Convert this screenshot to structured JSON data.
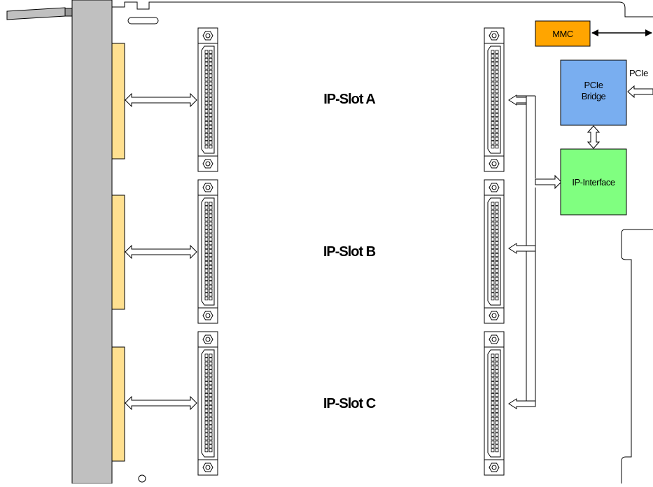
{
  "slots": [
    {
      "label": "IP-Slot A"
    },
    {
      "label": "IP-Slot B"
    },
    {
      "label": "IP-Slot C"
    }
  ],
  "blocks": {
    "mmc": {
      "label": "MMC",
      "color": "#FFA500"
    },
    "pcie_bridge": {
      "line1": "PCIe",
      "line2": "Bridge",
      "color": "#79AEF0"
    },
    "ip_interface": {
      "label": "IP-Interface",
      "color": "#80FF80"
    }
  },
  "external": {
    "pcie_label": "PCIe"
  },
  "colors": {
    "front_panel": "#C0C0C0",
    "io_connector": "#FFE090",
    "outline": "#000000"
  }
}
